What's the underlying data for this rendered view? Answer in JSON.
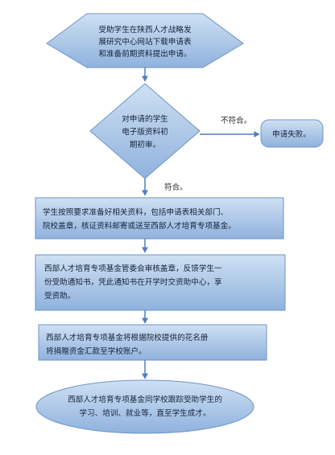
{
  "colors": {
    "fill_top": "#cfe0f3",
    "fill_bottom": "#8fb2dd",
    "stroke": "#6d94c7",
    "arrow": "#4f7fc0",
    "text": "#16233a"
  },
  "nodes": {
    "start": {
      "lines": [
        "受助学生在陕西人才战略发",
        "展研究中心网站下载申请表",
        "和准备前期资料提出申请。"
      ]
    },
    "review": {
      "lines": [
        "对申请的学生",
        "电子版资料初",
        "期初审。"
      ]
    },
    "fail": {
      "text": "申请失败。"
    },
    "prepare": {
      "lines": [
        "学生按照要求准备好相关资料，包括申请表相关部门、",
        "院校盖章，核证资料邮寄或送至西部人才培育专项基金。"
      ]
    },
    "approve": {
      "lines": [
        "西部人才培育专项基金管委会审核盖章，反馈学生一",
        "份受助通知书，凭此通知书在开学时交资助中心，享",
        "受资助。"
      ]
    },
    "transfer": {
      "lines": [
        "西部人才培育专项基金将根据院校提供的花名册",
        "将捐赠资金汇款至学校账户。"
      ]
    },
    "end": {
      "lines": [
        "西部人才培育专项基金同学校跟踪受助学生的",
        "学习、培训、就业等，直至学生成才。"
      ]
    }
  },
  "edges": {
    "reject_label": "不符合。",
    "accept_label": "符合。"
  }
}
